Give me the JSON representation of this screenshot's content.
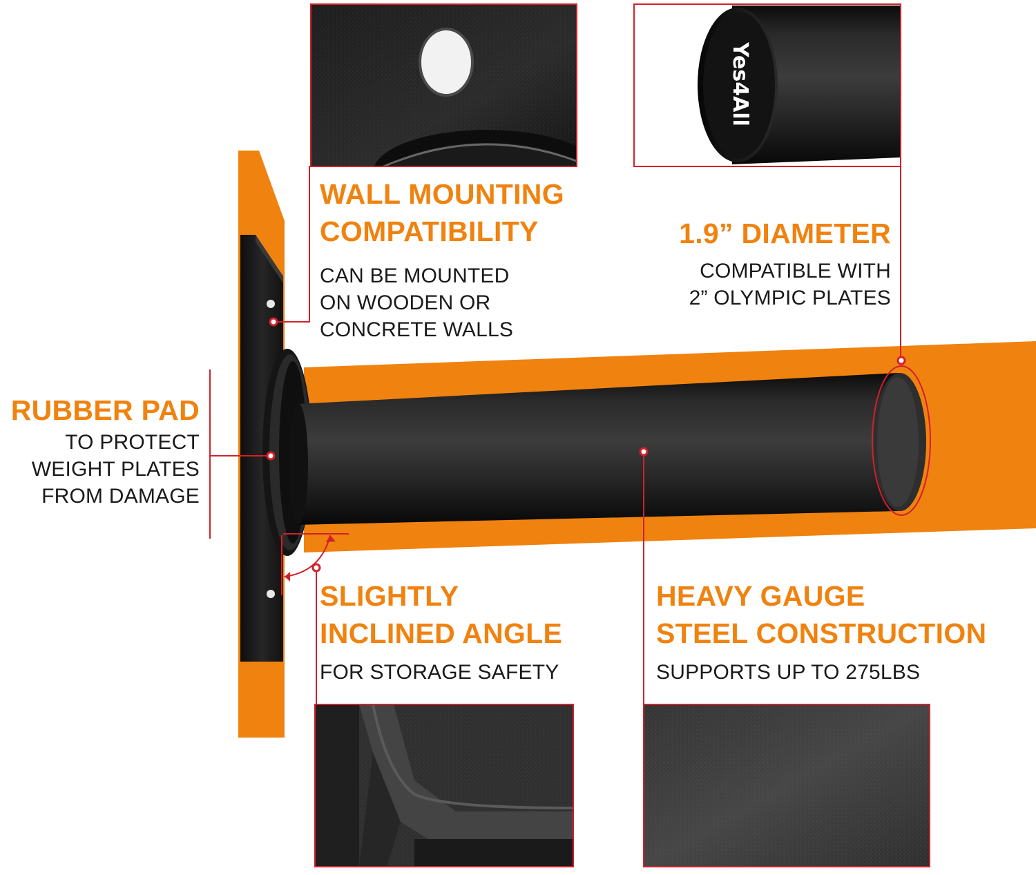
{
  "brand": {
    "logo_text": "Yes4All"
  },
  "colors": {
    "accent_orange": "#f0820f",
    "callout_red": "#d2202a",
    "steel_black": "#1d1d1d",
    "text_dark": "#1a1a1a"
  },
  "callouts": {
    "wall_mounting": {
      "heading": [
        "WALL MOUNTING",
        "COMPATIBILITY"
      ],
      "body": [
        "CAN BE MOUNTED",
        "ON WOODEN OR",
        "CONCRETE WALLS"
      ]
    },
    "diameter": {
      "heading": [
        "1.9” DIAMETER"
      ],
      "body": [
        "COMPATIBLE WITH",
        "2” OLYMPIC PLATES"
      ]
    },
    "rubber_pad": {
      "heading": [
        "RUBBER PAD"
      ],
      "body": [
        "TO PROTECT",
        "WEIGHT PLATES",
        "FROM DAMAGE"
      ]
    },
    "inclined_angle": {
      "heading": [
        "SLIGHTLY",
        "INCLINED ANGLE"
      ],
      "body": [
        "FOR STORAGE SAFETY"
      ]
    },
    "steel_construction": {
      "heading": [
        "HEAVY GAUGE",
        "STEEL CONSTRUCTION"
      ],
      "body": [
        "SUPPORTS UP TO 275LBS"
      ]
    }
  },
  "insets": [
    {
      "name": "mounting-hole-closeup-inset",
      "icon": "mounting-hole-detail"
    },
    {
      "name": "bar-end-logo-closeup-inset",
      "icon": "bar-end-cap-logo"
    },
    {
      "name": "weld-angle-closeup-inset",
      "icon": "weld-joint-detail"
    },
    {
      "name": "steel-texture-closeup-inset",
      "icon": "textured-steel-surface"
    }
  ]
}
